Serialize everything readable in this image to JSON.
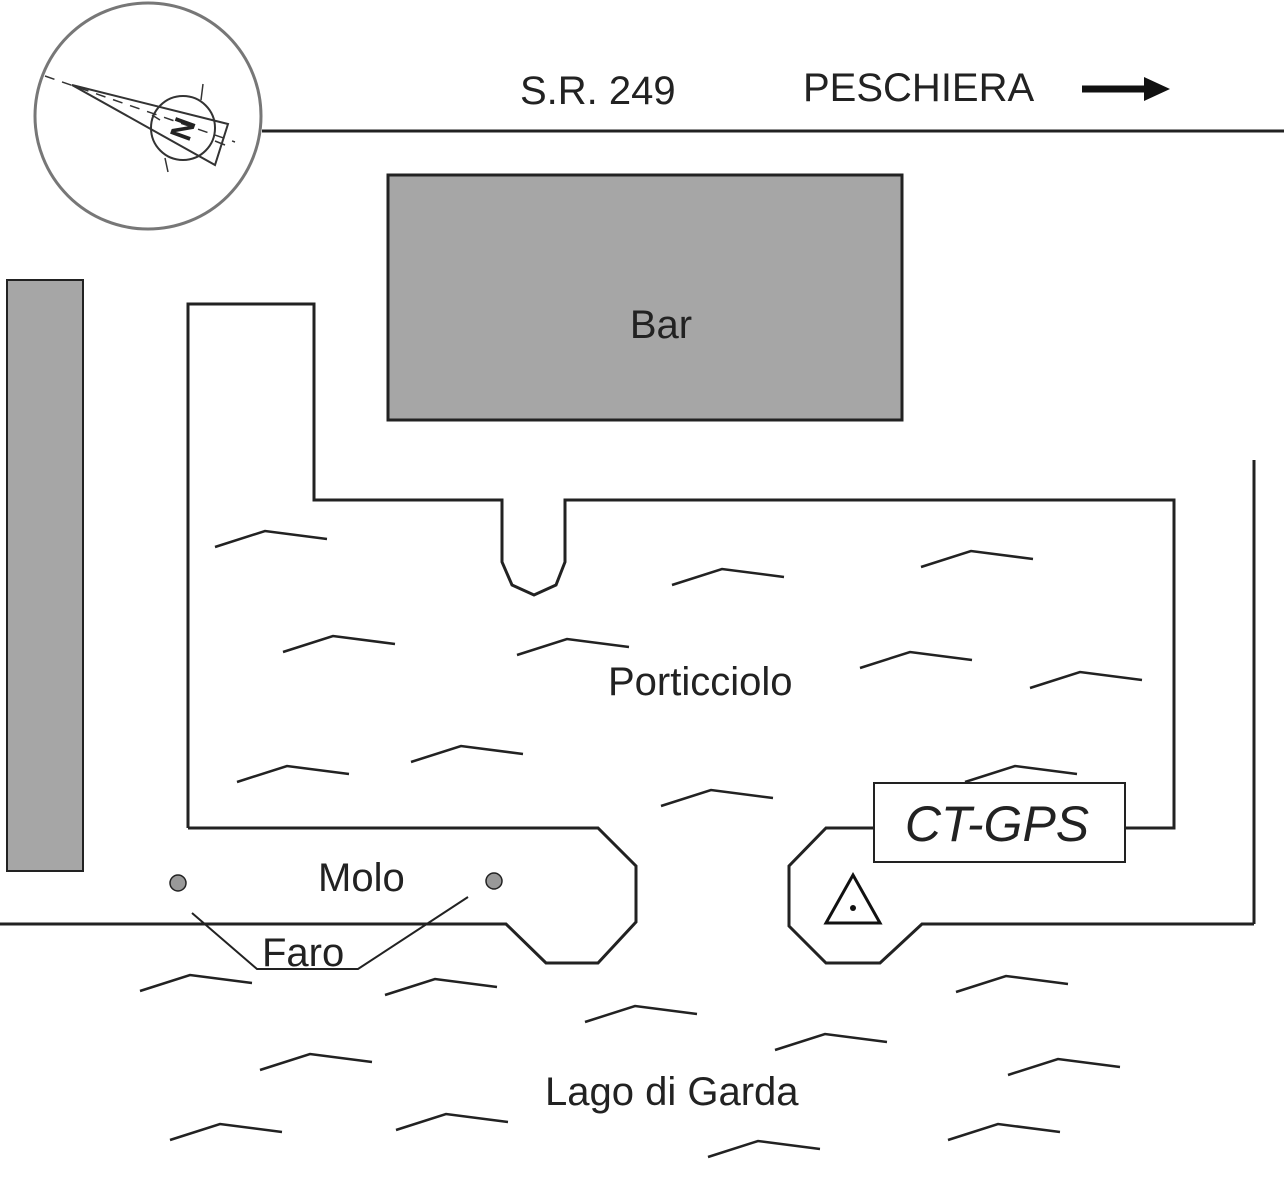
{
  "labels": {
    "road": "S.R. 249",
    "direction": "PESCHIERA",
    "bar": "Bar",
    "harbor": "Porticciolo",
    "pier": "Molo",
    "lighthouse": "Faro",
    "station": "CT-GPS",
    "lake": "Lago di Garda",
    "compass": "N"
  },
  "icons": {
    "direction_arrow": "arrow-right-icon",
    "compass": "compass-icon",
    "station_marker": "triangle-dot-icon"
  },
  "colors": {
    "building": "#a6a6a6",
    "lines": "#222222",
    "compass_ring": "#777777"
  }
}
